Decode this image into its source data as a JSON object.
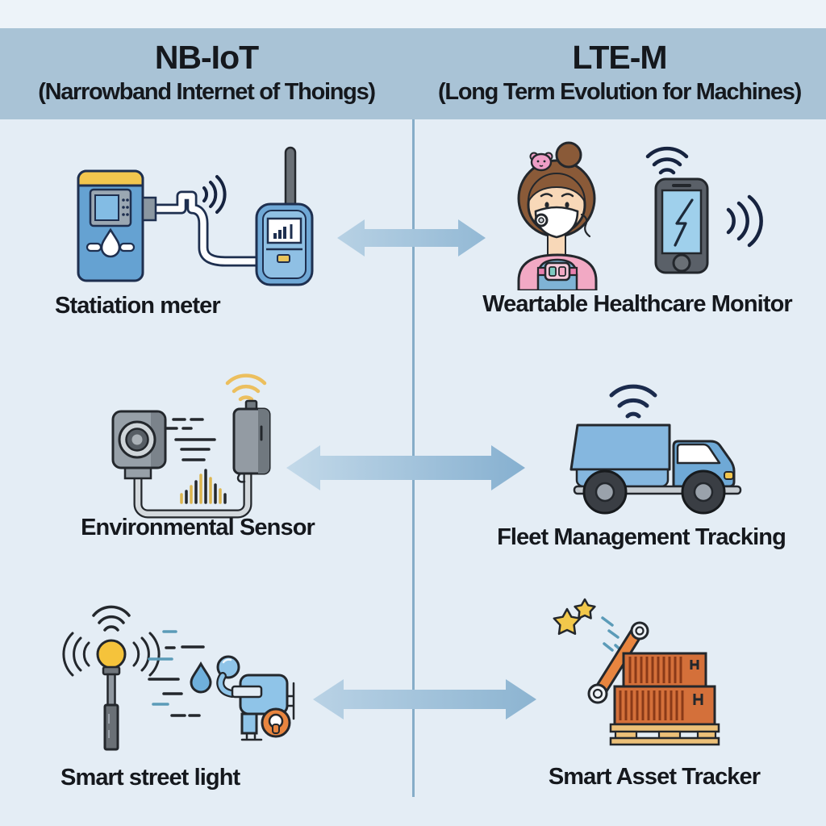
{
  "header": {
    "left": {
      "title": "NB-IoT",
      "subtitle": "(Narrowband Internet of Thoings)"
    },
    "right": {
      "title": "LTE-M",
      "subtitle": "(Long Term Evolution for Machines)"
    }
  },
  "rows": [
    {
      "left": {
        "label": "Statiation meter",
        "icon": "smart-utility-meter-illustration"
      },
      "right": {
        "label": "Weartable Healthcare Monitor",
        "icon": "wearable-healthcare-monitor-illustration"
      }
    },
    {
      "left": {
        "label": "Environmental Sensor",
        "icon": "environmental-sensor-illustration"
      },
      "right": {
        "label": "Fleet Management Tracking",
        "icon": "fleet-truck-illustration"
      }
    },
    {
      "left": {
        "label": "Smart street light",
        "icon": "smart-street-light-illustration"
      },
      "right": {
        "label": "Smart Asset Tracker",
        "icon": "asset-pallet-tracker-illustration"
      }
    }
  ],
  "connectors": [
    {
      "icon": "bidirectional-arrow-icon"
    },
    {
      "icon": "bidirectional-arrow-icon"
    },
    {
      "icon": "bidirectional-arrow-icon"
    }
  ],
  "colors": {
    "page_bg": "#e4edf5",
    "top_strip": "#edf3f9",
    "header_band": "#a9c3d6",
    "divider": "#86adc8",
    "arrow_light": "#bad3e6",
    "arrow_dark": "#8cb4d1",
    "text": "#15181d",
    "device_blue": "#6fa8d6",
    "light_blue": "#8fc4e8",
    "accent_yellow": "#f2c64e",
    "wifi_navy": "#16233f",
    "gray_device": "#97a0a8",
    "crate_orange": "#d4703a",
    "pallet_tan": "#ecc078",
    "pink": "#f2a9c4",
    "outline_navy": "#1e2f4f"
  }
}
